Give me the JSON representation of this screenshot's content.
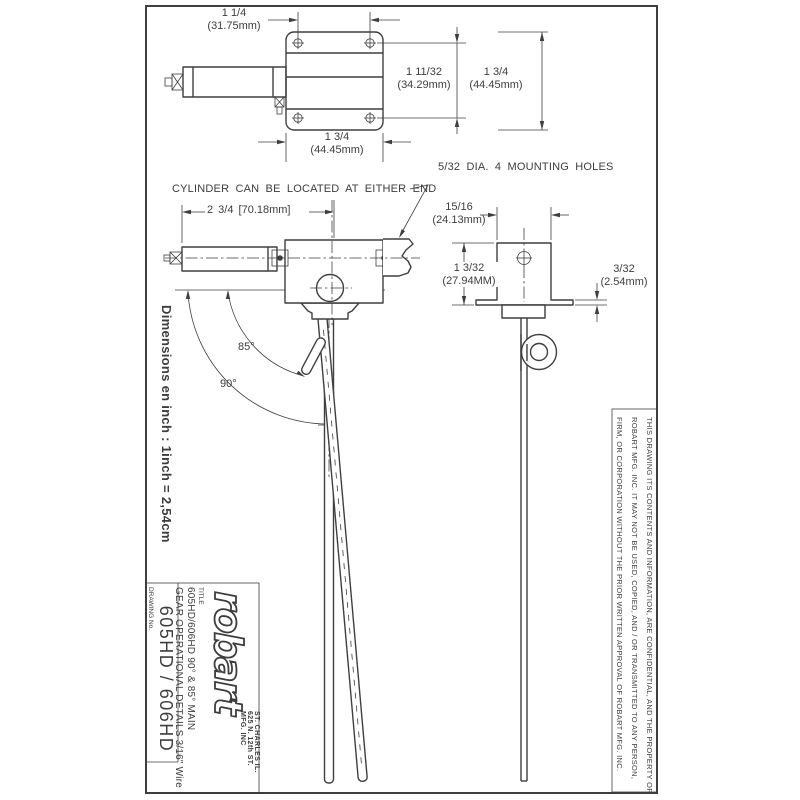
{
  "drawing": {
    "top_view": {
      "dim_hole_spacing": [
        "1 1/4",
        "(31.75mm)"
      ],
      "dim_hole_vertical": [
        "1 11/32",
        "(34.29mm)"
      ],
      "dim_plate_height": [
        "1 3/4",
        "(44.45mm)"
      ],
      "dim_plate_width": [
        "1 3/4",
        "(44.45mm)"
      ]
    },
    "notes": {
      "mounting_holes": "5/32 DIA. 4 MOUNTING HOLES",
      "cylinder_location": "CYLINDER CAN BE LOCATED AT EITHER END"
    },
    "side_view": {
      "dim_cylinder_length": "2 3/4 [70.18mm]",
      "angle_85": "85°",
      "angle_90": "90°"
    },
    "end_view": {
      "dim_width": [
        "15/16",
        "(24.13mm)"
      ],
      "dim_height": [
        "1 3/32",
        "(27.94MM)"
      ],
      "dim_flange": [
        "3/32",
        "(2.54mm)"
      ]
    },
    "scale_note": "Dimensions en inch : 1inch = 2,54cm",
    "title_block": {
      "logo": "robart",
      "company": [
        "MFG. INC",
        "625 N. 12th ST.",
        "ST. CHARLES IL."
      ],
      "title_label": "TITLE",
      "title_lines": [
        "605HD/606HD 90° & 85° MAIN",
        "GEAR OPERATIONAL DETAILS 3/16\" Wire"
      ],
      "drawing_no_label": "DRAWING No.",
      "drawing_no": "605HD / 606HD"
    },
    "legal_lines": [
      "THIS DRAWING ITS CONTENTS AND INFORMATION, ARE CONFIDENTIAL, AND THE PROPERTY OF",
      "ROBART MFG. INC. IT MAY NOT BE USED, COPIED, AND / OR TRANSMITTED TO ANY PERSON,",
      "FIRM, OR CORPORATION WITHOUT THE PRIOR WRITTEN APPROVAL OF ROBART MFG. INC."
    ],
    "colors": {
      "line": "#3f3f3f",
      "text": "#3d3d3d",
      "background": "#ffffff"
    }
  }
}
